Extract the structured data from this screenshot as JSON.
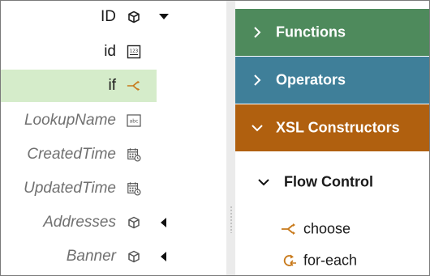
{
  "tree": {
    "items": [
      {
        "label": "ID",
        "icon": "cube-icon",
        "caret": "down"
      },
      {
        "label": "id",
        "icon": "number-field-icon"
      },
      {
        "label": "if",
        "icon": "branch-icon",
        "selected": true
      },
      {
        "label": "LookupName",
        "icon": "text-field-icon"
      },
      {
        "label": "CreatedTime",
        "icon": "calendar-clock-icon"
      },
      {
        "label": "UpdatedTime",
        "icon": "calendar-clock-icon"
      },
      {
        "label": "Addresses",
        "icon": "cube-icon",
        "caret": "left"
      },
      {
        "label": "Banner",
        "icon": "cube-icon",
        "caret": "left"
      }
    ]
  },
  "palette": {
    "sections": [
      {
        "title": "Functions",
        "color": "#4e8a5c",
        "expanded": false
      },
      {
        "title": "Operators",
        "color": "#3f7f99",
        "expanded": false
      },
      {
        "title": "XSL Constructors",
        "color": "#b0600f",
        "expanded": true
      }
    ],
    "subsection": {
      "title": "Flow Control",
      "expanded": true
    },
    "items": [
      {
        "label": "choose",
        "icon": "branch-icon"
      },
      {
        "label": "for-each",
        "icon": "loop-icon"
      }
    ]
  },
  "colors": {
    "selected_row": "#d5ecca",
    "icon_accent": "#c8791a"
  }
}
